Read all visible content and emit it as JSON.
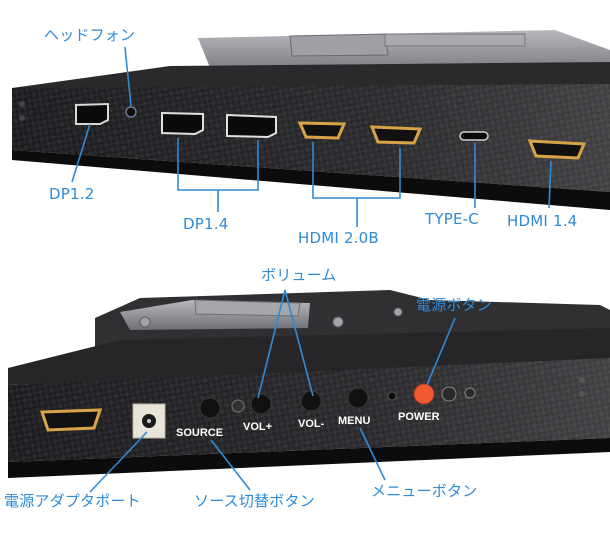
{
  "colors": {
    "label_blue": "#2f8bd6",
    "carbon_dark": "#1b1b1d",
    "hinge_grey": "#8e8f94",
    "port_gold": "#d9a447",
    "power_orange": "#ef5a32"
  },
  "top_panel": {
    "labels": {
      "headphone": "ヘッドフォン",
      "dp12": "DP1.2",
      "dp14": "DP1.4",
      "hdmi20": "HDMI 2.0B",
      "typec": "TYPE-C",
      "hdmi14": "HDMI 1.4"
    }
  },
  "bottom_panel": {
    "labels": {
      "volume": "ボリューム",
      "power_button": "電源ボタン",
      "power_adapter": "電源アダプタポート",
      "source_switch": "ソース切替ボタン",
      "menu_button": "メニューボタン"
    },
    "buttons": {
      "source": "SOURCE",
      "vol_plus": "VOL+",
      "vol_minus": "VOL-",
      "menu": "MENU",
      "power": "POWER"
    }
  }
}
